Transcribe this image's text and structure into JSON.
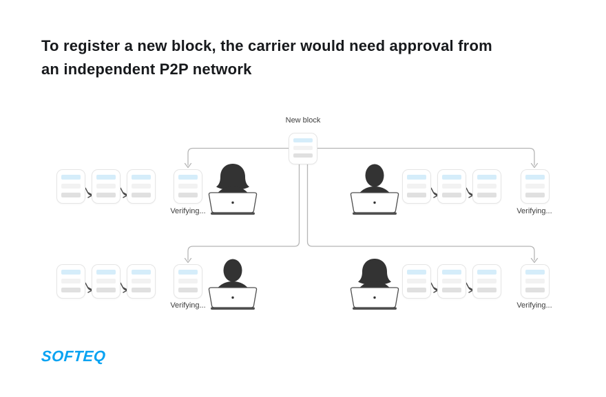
{
  "title": {
    "line1": "To register a new block, the carrier would need approval from",
    "line2": "an independent P2P network"
  },
  "diagram": {
    "new_block_label": "New block",
    "verifying_label": "Verifying...",
    "peers": [
      {
        "position": "top-left",
        "person_icon": "woman-at-laptop-icon",
        "status": "Verifying...",
        "chain_blocks": 3
      },
      {
        "position": "top-right",
        "person_icon": "man-at-laptop-icon",
        "status": "Verifying...",
        "chain_blocks": 3
      },
      {
        "position": "bottom-left",
        "person_icon": "man-at-laptop-icon",
        "status": "Verifying...",
        "chain_blocks": 3
      },
      {
        "position": "bottom-right",
        "person_icon": "woman-at-laptop-icon",
        "status": "Verifying...",
        "chain_blocks": 3
      }
    ]
  },
  "logo": {
    "text": "SOFTEQ",
    "color": "#0aa3f2"
  },
  "icons": {
    "block-card": "rounded card with three bars",
    "chain-arrow-icon": "dark s-curved arrow between blocks",
    "down-arrow-icon": "gray v arrowhead",
    "woman-at-laptop-icon": "dark silhouette, flared hair, white laptop",
    "man-at-laptop-icon": "dark silhouette, oval head, white laptop"
  },
  "colors": {
    "bar_blue": "#d5edfa",
    "bar_light": "#f2f2f2",
    "bar_gray": "#e0e0e0",
    "card_border": "#e5e5e5",
    "connector": "#b5b5b5",
    "chain_arrow": "#4a4a4a",
    "person": "#333333",
    "title_text": "#17191c",
    "label_text": "#3d3d3d"
  }
}
